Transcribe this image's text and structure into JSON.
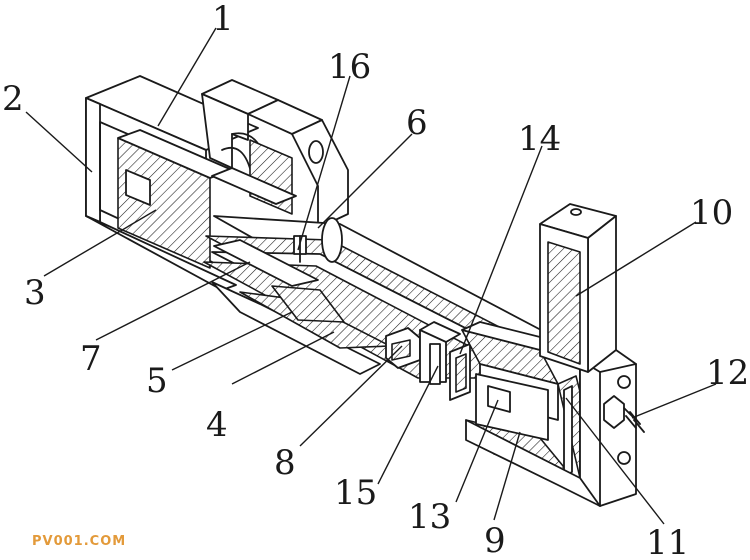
{
  "figure": {
    "labels": [
      {
        "id": "1",
        "text": "1"
      },
      {
        "id": "2",
        "text": "2"
      },
      {
        "id": "3",
        "text": "3"
      },
      {
        "id": "4",
        "text": "4"
      },
      {
        "id": "5",
        "text": "5"
      },
      {
        "id": "6",
        "text": "6"
      },
      {
        "id": "7",
        "text": "7"
      },
      {
        "id": "8",
        "text": "8"
      },
      {
        "id": "9",
        "text": "9"
      },
      {
        "id": "10",
        "text": "10"
      },
      {
        "id": "11",
        "text": "11"
      },
      {
        "id": "12",
        "text": "12"
      },
      {
        "id": "13",
        "text": "13"
      },
      {
        "id": "14",
        "text": "14"
      },
      {
        "id": "15",
        "text": "15"
      },
      {
        "id": "16",
        "text": "16"
      }
    ]
  },
  "watermark": "PV001.COM",
  "colors": {
    "line": "#1a1a1a",
    "watermark": "#e39a3a",
    "background": "#ffffff"
  }
}
